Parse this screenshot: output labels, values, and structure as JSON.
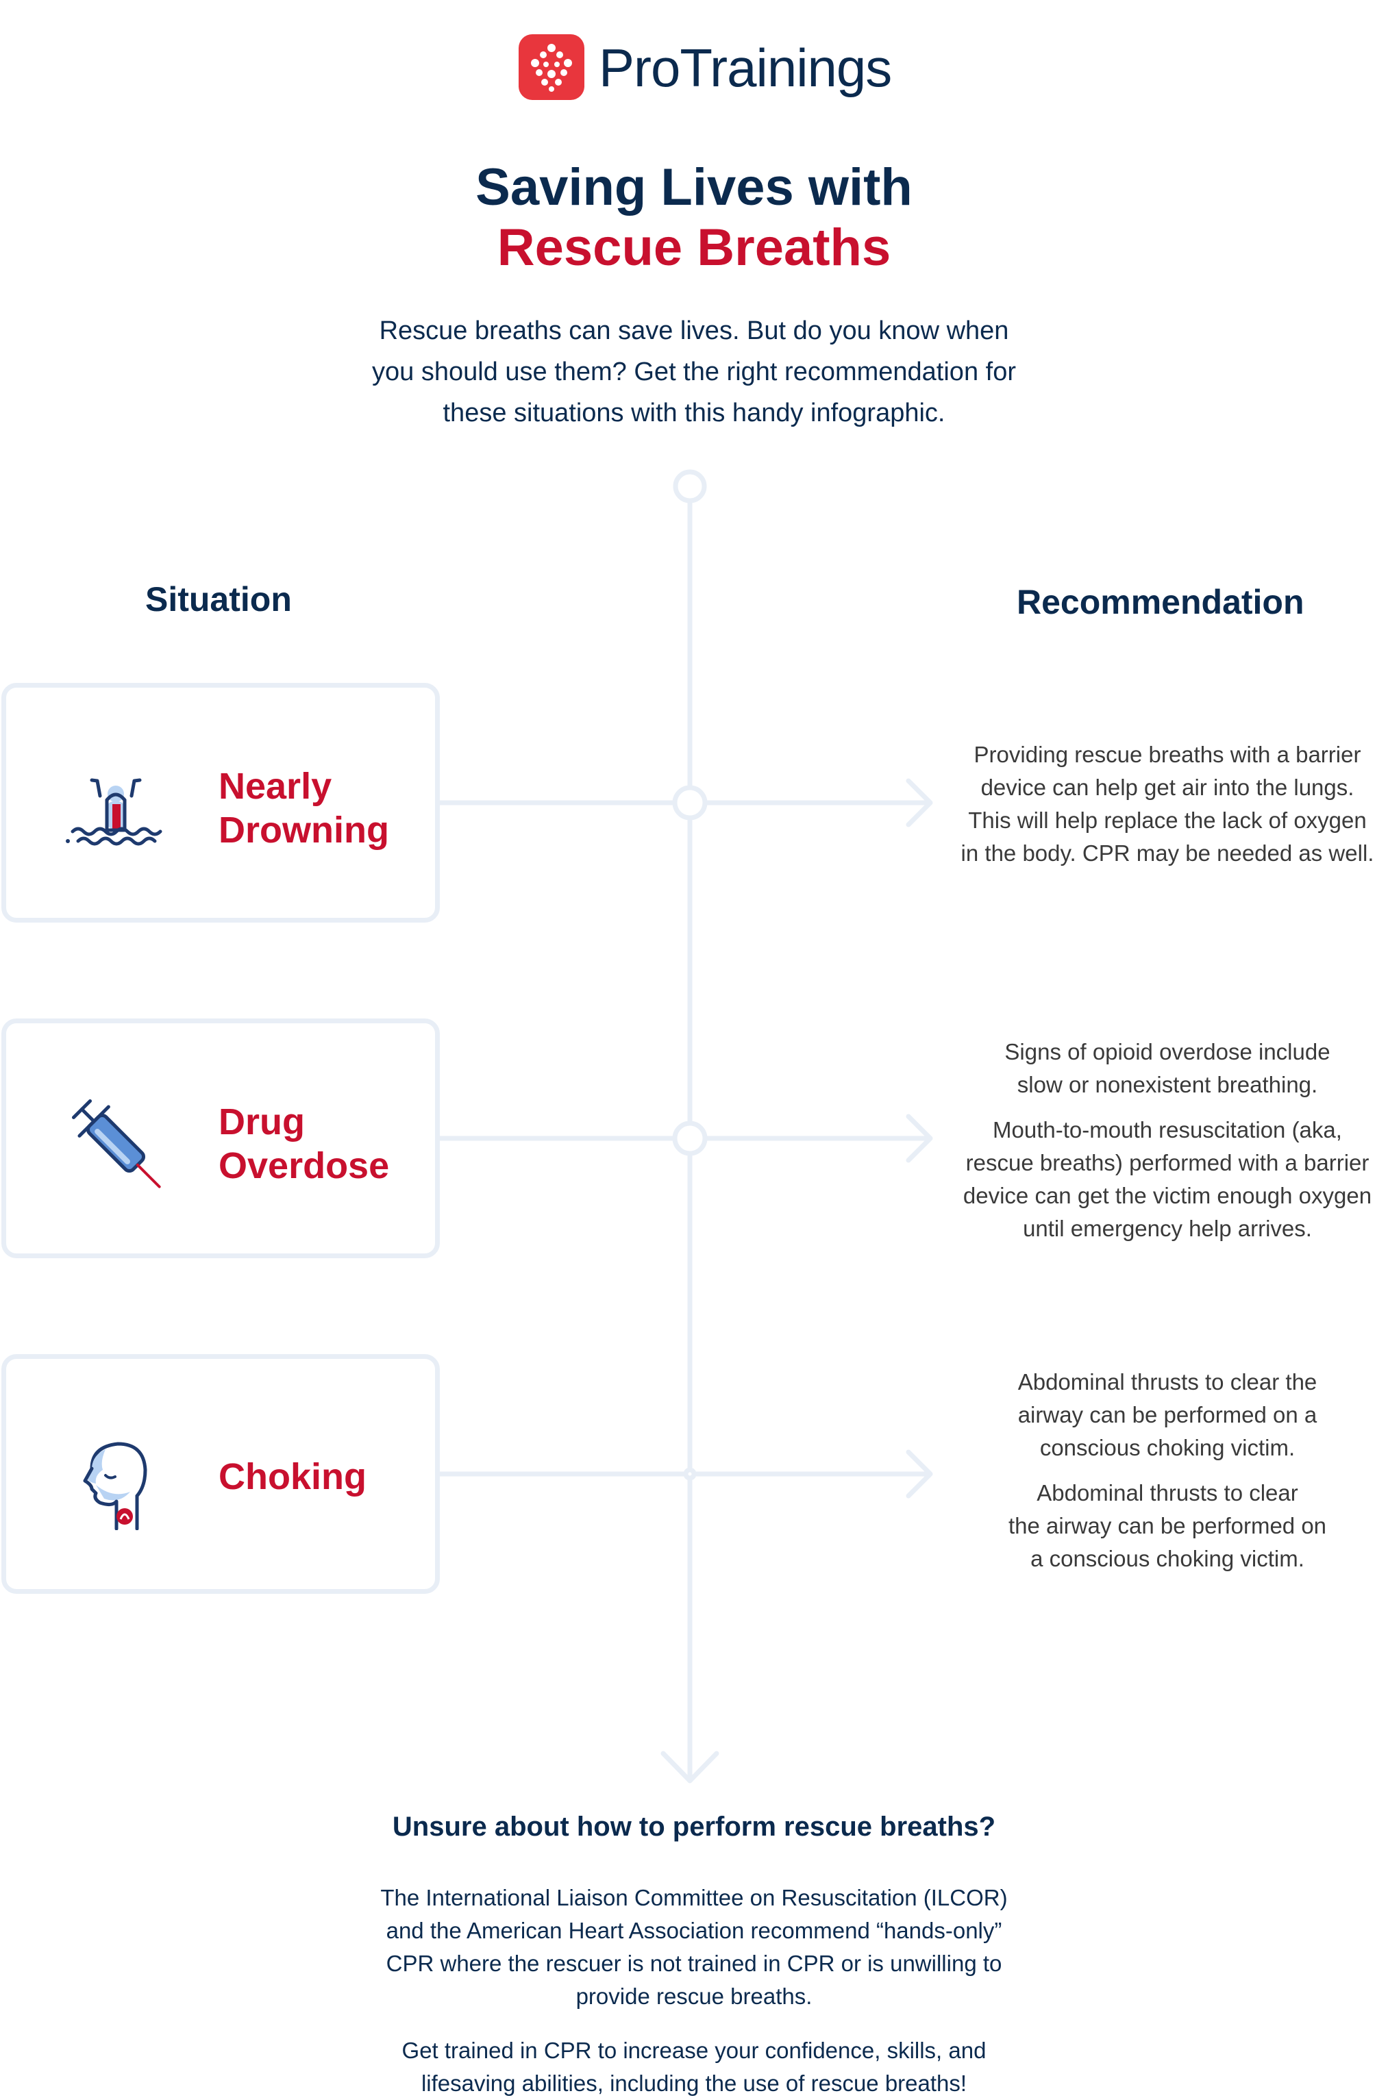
{
  "brand": {
    "name": "ProTrainings",
    "accent_color": "#e8363d",
    "navy": "#0b2a4e",
    "red": "#c8102e"
  },
  "header": {
    "title_line1": "Saving Lives with",
    "title_line2": "Rescue Breaths",
    "intro_lines": [
      "Rescue breaths can save lives. But do you know when",
      "you should use them? Get the right recommendation for",
      "these situations with this handy infographic."
    ]
  },
  "columns": {
    "situation": "Situation",
    "recommendation": "Recommendation"
  },
  "situations": [
    {
      "label_lines": [
        "Nearly",
        "Drowning"
      ],
      "icon": "drowning-person-icon",
      "recommendation": [
        [
          "Providing rescue breaths with a barrier",
          "device can help get air into the lungs.",
          "This will help replace the lack of oxygen",
          "in the body. CPR may be needed as well."
        ]
      ]
    },
    {
      "label_lines": [
        "Drug",
        "Overdose"
      ],
      "icon": "syringe-icon",
      "recommendation": [
        [
          "Signs of opioid overdose include",
          "slow or nonexistent breathing."
        ],
        [
          "Mouth-to-mouth resuscitation (aka,",
          "rescue breaths) performed with a barrier",
          "device can get the victim enough oxygen",
          "until emergency help arrives."
        ]
      ]
    },
    {
      "label_lines": [
        "Choking"
      ],
      "icon": "choking-head-icon",
      "recommendation": [
        [
          "Abdominal thrusts to clear the",
          "airway can be performed on a",
          "conscious choking victim."
        ],
        [
          "Abdominal thrusts to clear",
          "the airway can be performed on",
          "a conscious choking victim."
        ]
      ]
    }
  ],
  "cta": {
    "heading": "Unsure about how to perform rescue breaths?",
    "paragraph1": [
      "The International Liaison Committee on Resuscitation (ILCOR)",
      "and the American Heart Association recommend “hands-only”",
      "CPR where the rescuer is not trained in CPR or is unwilling to",
      "provide rescue breaths."
    ],
    "paragraph2": [
      "Get trained in CPR to increase your confidence, skills, and",
      "lifesaving abilities, including the use of rescue breaths!"
    ]
  }
}
